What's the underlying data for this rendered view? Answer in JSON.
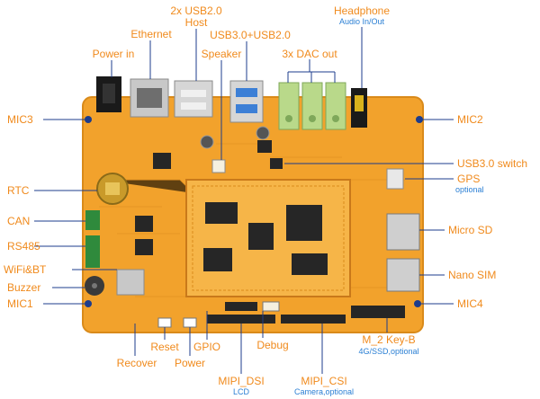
{
  "labels": {
    "usb2_line1": "2x USB2.0",
    "usb2_line2": "Host",
    "headphone": "Headphone",
    "headphone_sub": "Audio In/Out",
    "ethernet": "Ethernet",
    "usb3_usb2": "USB3.0+USB2.0",
    "power_in": "Power  in",
    "speaker": "Speaker",
    "dac_out": "3x DAC out",
    "mic3": "MIC3",
    "mic2": "MIC2",
    "usb3_switch": "USB3.0 switch",
    "rtc": "RTC",
    "gps": "GPS",
    "gps_sub": "optional",
    "can": "CAN",
    "micro_sd": "Micro SD",
    "rs485": "RS485",
    "wifi_bt": "WiFi&BT",
    "nano_sim": "Nano SIM",
    "buzzer": "Buzzer",
    "mic1": "MIC1",
    "mic4": "MIC4",
    "reset": "Reset",
    "gpio": "GPIO",
    "debug": "Debug",
    "m2_key": "M_2 Key-B",
    "m2_sub": "4G/SSD,optional",
    "recover": "Recover",
    "power": "Power",
    "mipi_dsi": "MIPI_DSI",
    "mipi_dsi_sub": "LCD",
    "mipi_csi": "MIPI_CSI",
    "mipi_csi_sub": "Camera,optional"
  },
  "colors": {
    "label": "#f08a1c",
    "sublabel": "#2a7fd4",
    "board": "#f2a22c",
    "board_edge": "#d98a1a",
    "leader": "#1c3c8c",
    "chip": "#262626",
    "green_terminal": "#2f8a3c",
    "audio_jack": "#b9d98a",
    "usb3_blue": "#3c7fd6"
  }
}
